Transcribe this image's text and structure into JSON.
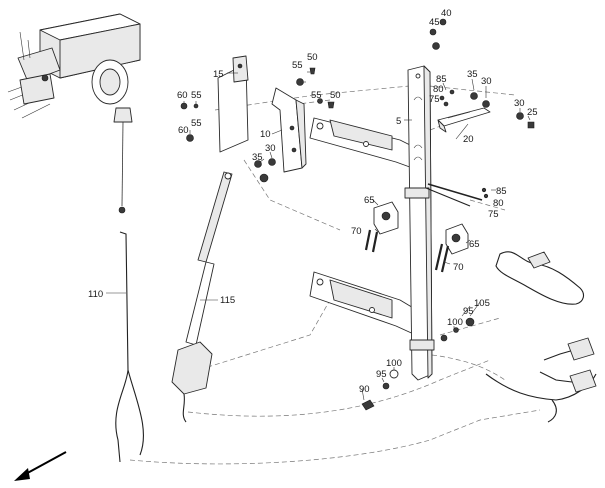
{
  "part_labels": [
    {
      "id": "l-40",
      "text": "40"
    },
    {
      "id": "l-45",
      "text": "45"
    },
    {
      "id": "l-50a",
      "text": "50"
    },
    {
      "id": "l-55a",
      "text": "55"
    },
    {
      "id": "l-15",
      "text": "15"
    },
    {
      "id": "l-60a",
      "text": "60"
    },
    {
      "id": "l-55b",
      "text": "55"
    },
    {
      "id": "l-55c",
      "text": "55"
    },
    {
      "id": "l-50b",
      "text": "50"
    },
    {
      "id": "l-55d",
      "text": "55"
    },
    {
      "id": "l-60b",
      "text": "60"
    },
    {
      "id": "l-10",
      "text": "10"
    },
    {
      "id": "l-30a",
      "text": "30"
    },
    {
      "id": "l-35a",
      "text": "35"
    },
    {
      "id": "l-85a",
      "text": "85"
    },
    {
      "id": "l-35b",
      "text": "35"
    },
    {
      "id": "l-30b",
      "text": "30"
    },
    {
      "id": "l-80a",
      "text": "80"
    },
    {
      "id": "l-75a",
      "text": "75"
    },
    {
      "id": "l-30c",
      "text": "30"
    },
    {
      "id": "l-25",
      "text": "25"
    },
    {
      "id": "l-5",
      "text": "5"
    },
    {
      "id": "l-20",
      "text": "20"
    },
    {
      "id": "l-85b",
      "text": "85"
    },
    {
      "id": "l-80b",
      "text": "80"
    },
    {
      "id": "l-75b",
      "text": "75"
    },
    {
      "id": "l-65a",
      "text": "65"
    },
    {
      "id": "l-70a",
      "text": "70"
    },
    {
      "id": "l-65b",
      "text": "65"
    },
    {
      "id": "l-70b",
      "text": "70"
    },
    {
      "id": "l-110",
      "text": "110"
    },
    {
      "id": "l-115",
      "text": "115"
    },
    {
      "id": "l-95a",
      "text": "95"
    },
    {
      "id": "l-105",
      "text": "105"
    },
    {
      "id": "l-100a",
      "text": "100"
    },
    {
      "id": "l-100b",
      "text": "100"
    },
    {
      "id": "l-95b",
      "text": "95"
    },
    {
      "id": "l-90",
      "text": "90"
    }
  ]
}
